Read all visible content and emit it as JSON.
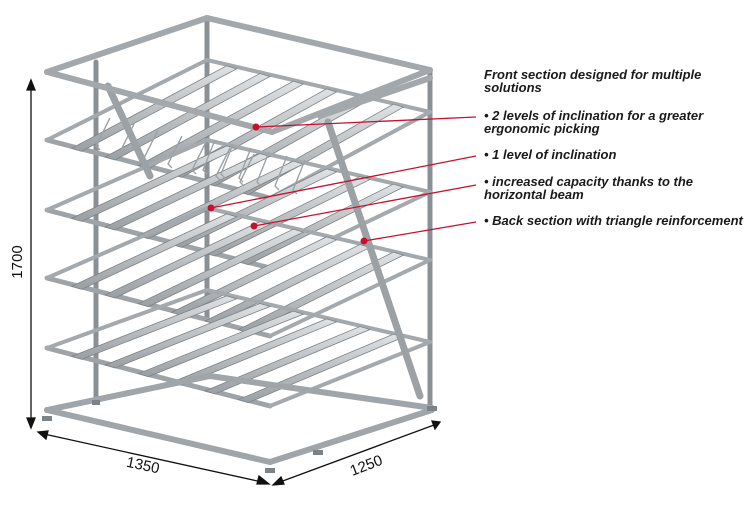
{
  "heading": "Front section designed for multiple solutions",
  "features": [
    "2 levels of inclination for a greater ergonomic picking",
    "1 level of inclination",
    "increased capacity thanks to the horizontal beam",
    "Back section with triangle reinforcement"
  ],
  "dimensions": {
    "height": "1700",
    "width": "1350",
    "depth": "1250"
  },
  "colors": {
    "callout": "#c8102e",
    "frame": "#a9adb1",
    "frame_dark": "#6e7378",
    "roller": "#c3c7cb"
  }
}
